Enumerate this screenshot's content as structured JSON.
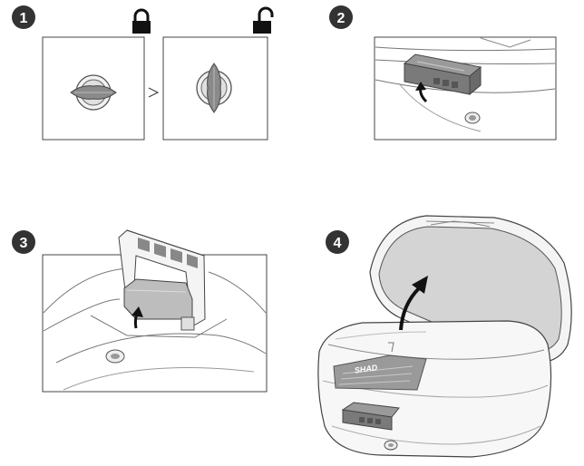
{
  "steps": [
    {
      "number": "1"
    },
    {
      "number": "2"
    },
    {
      "number": "3"
    },
    {
      "number": "4"
    }
  ],
  "icons": {
    "step1_locked": "padlock-closed-icon",
    "step1_unlocked": "padlock-open-icon",
    "step1_arrow": "arrow-right-icon",
    "lift_arrows": "arrow-up-icon"
  },
  "brand": {
    "logo_text": "SHAD"
  },
  "colors": {
    "badge": "#333333",
    "line": "#555555",
    "handle_fill": "#8a8a8a",
    "lid_inner": "#d4d4d4",
    "panel_border": "#444444"
  }
}
